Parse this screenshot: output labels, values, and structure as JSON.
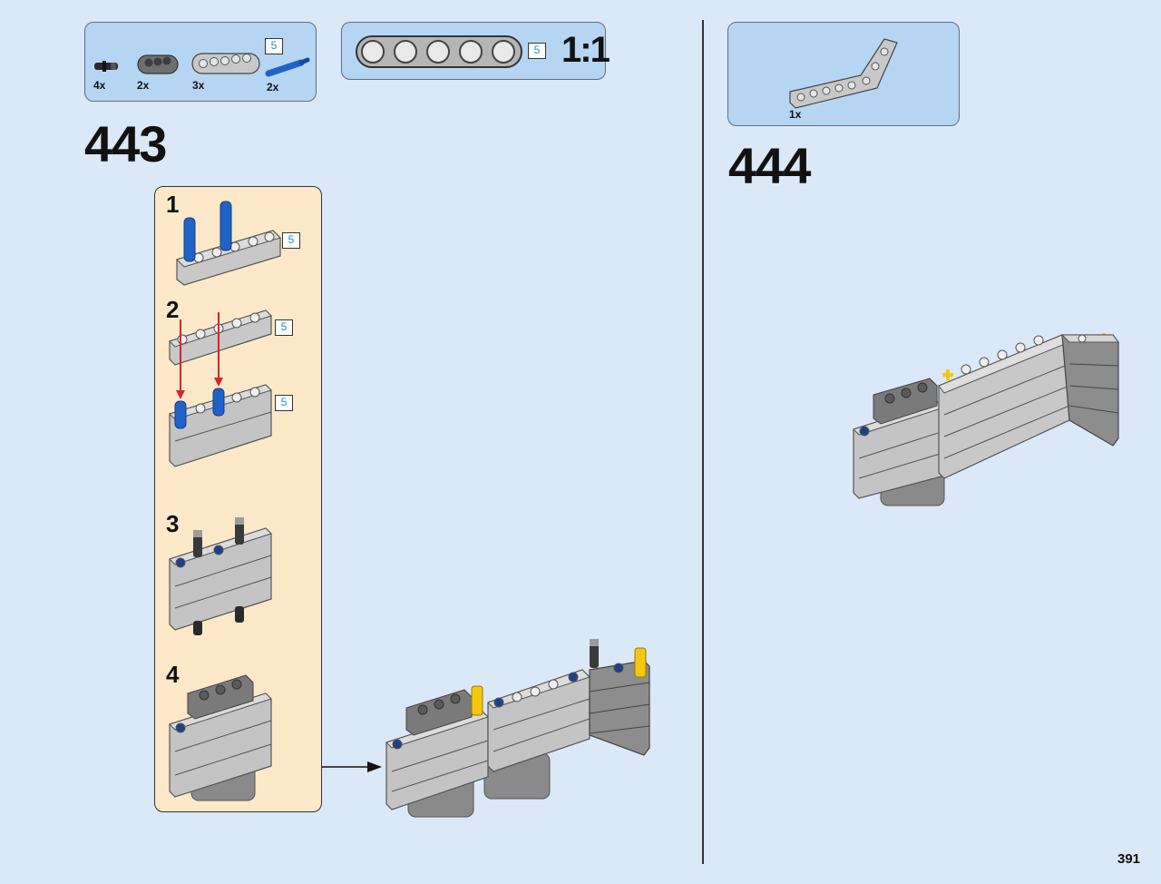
{
  "page": {
    "number": "391"
  },
  "step443": {
    "number": "443",
    "parts": [
      {
        "qty": "4x",
        "icon": "friction-pin-black-icon"
      },
      {
        "qty": "2x",
        "icon": "beam-3-dark-grey-icon"
      },
      {
        "qty": "3x",
        "icon": "beam-5-light-grey-icon",
        "length": "5"
      },
      {
        "qty": "2x",
        "icon": "axle-pin-blue-icon"
      }
    ],
    "scale": {
      "length": "5",
      "label": "1:1"
    },
    "substeps": [
      {
        "number": "1",
        "badge": "5"
      },
      {
        "number": "2",
        "badges": [
          "5",
          "5"
        ]
      },
      {
        "number": "3"
      },
      {
        "number": "4"
      }
    ]
  },
  "step444": {
    "number": "444",
    "parts": [
      {
        "qty": "1x",
        "icon": "bent-beam-light-grey-icon"
      }
    ]
  },
  "colors": {
    "page_bg": "#dbe8f8",
    "parts_box": "#b6d5f2",
    "substep_panel": "#fde9c9",
    "beam_light": "#c9c9c9",
    "beam_dark": "#7a7a7a",
    "pin_blue": "#1f63c9",
    "axle_yellow": "#f3c80f",
    "arrow_red": "#d8232a"
  }
}
